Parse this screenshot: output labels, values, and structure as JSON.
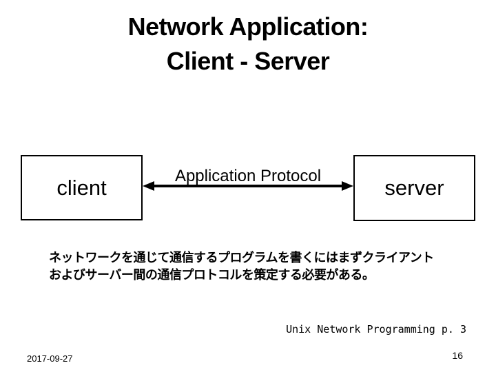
{
  "slide": {
    "title_line1": "Network Application:",
    "title_line2": "Client - Server",
    "diagram": {
      "client_box_label": "client",
      "server_box_label": "server",
      "arrow_label": "Application Protocol",
      "arrow_icon": "double-headed-arrow"
    },
    "body_line1": "ネットワークを通じて通信するプログラムを書くにはまずクライアント",
    "body_line2": "およびサーバー間の通信プロトコルを策定する必要がある。",
    "reference": "Unix Network Programming p. 3",
    "date": "2017-09-27",
    "slide_number": "16",
    "colors": {
      "background": "#ffffff",
      "text": "#000000",
      "line": "#000000"
    }
  }
}
